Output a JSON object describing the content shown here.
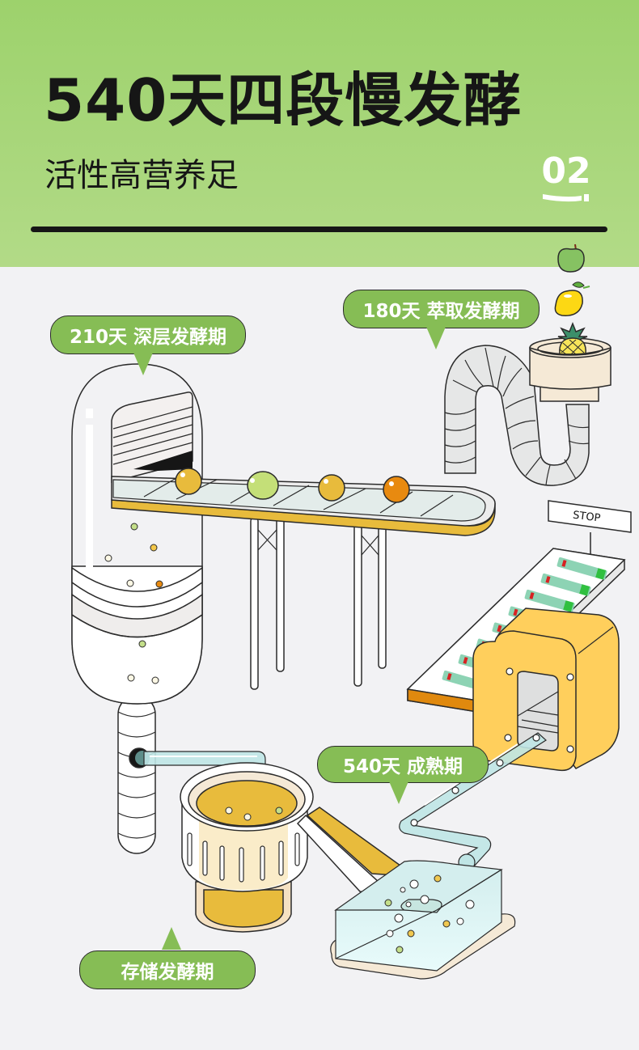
{
  "header": {
    "title": "540天四段慢发酵",
    "subtitle": "活性高营养足",
    "section_number": "02"
  },
  "stages": [
    {
      "label": "210天 深层发酵期",
      "machine": "deep-fermentation-tank"
    },
    {
      "label": "180天 萃取发酵期",
      "machine": "extraction-hose"
    },
    {
      "label": "540天 成熟期",
      "machine": "maturation-box"
    },
    {
      "label": "存储发酵期",
      "machine": "storage-pot"
    }
  ],
  "fruits": [
    "apple",
    "lemon",
    "pineapple"
  ],
  "conveyor_balls": [
    "yellow",
    "green",
    "yellow",
    "orange"
  ],
  "sign": {
    "text": "STOP"
  },
  "colors": {
    "bubble_green": "#86bd55",
    "accent_yellow": "#ffcf5c",
    "liquid_gold": "#e8bb3c",
    "outline": "#2b2b2b",
    "glass_blue": "#bfe5e5",
    "background": "#f2f2f4"
  }
}
